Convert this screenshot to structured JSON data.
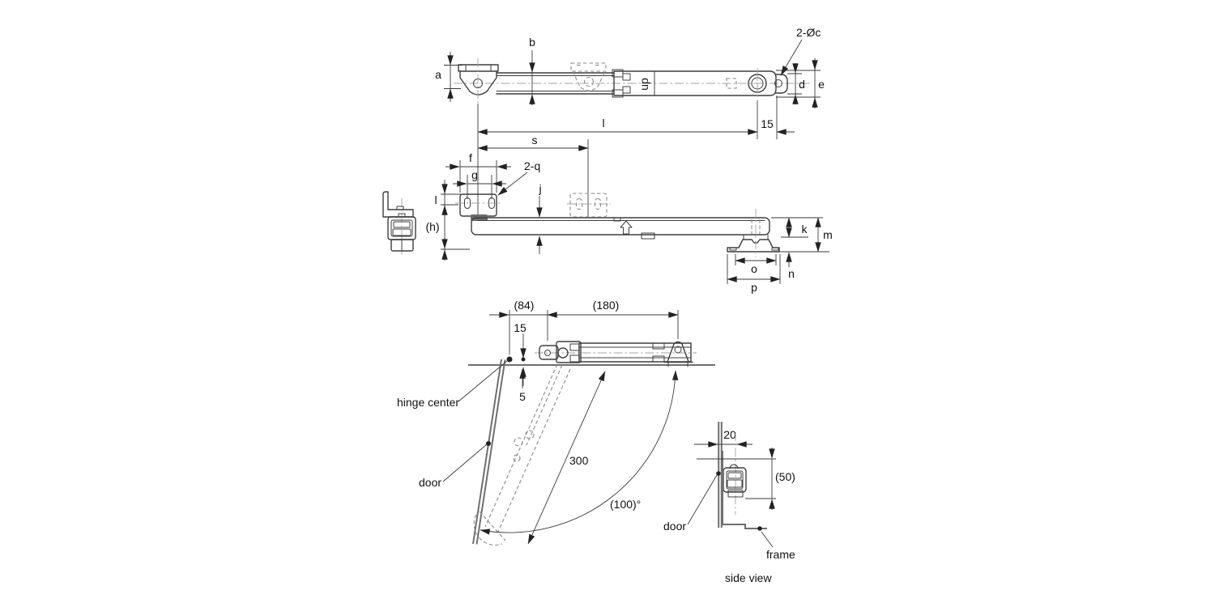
{
  "drawing": {
    "top_view": {
      "dim_a": "a",
      "dim_b": "b",
      "hole_callout": "2-Øc",
      "dim_d": "d",
      "dim_e": "e",
      "up_marking": "up"
    },
    "length_dims": {
      "dim_l": "l",
      "dim_15": "15",
      "dim_s": "s",
      "dim_f": "f",
      "dim_g": "g",
      "slot_callout": "2-q"
    },
    "front_view": {
      "dim_j": "j",
      "dim_l_vertical": "l",
      "dim_h": "(h)",
      "dim_k": "k",
      "dim_m": "m",
      "dim_n": "n",
      "dim_o": "o",
      "dim_p": "p"
    },
    "installation": {
      "dim_84": "(84)",
      "dim_180": "(180)",
      "dim_15": "15",
      "dim_5": "5",
      "dim_300": "300",
      "dim_angle": "(100)°",
      "label_hinge_center": "hinge center",
      "label_door": "door"
    },
    "side_view": {
      "dim_20": "20",
      "dim_50": "(50)",
      "label_door": "door",
      "label_frame": "frame",
      "caption": "side view"
    },
    "colors": {
      "line": "#3f3f3f",
      "dimension": "#3a3a3a",
      "centerline": "#a3a3a3",
      "hidden_line": "#8a8a8a",
      "door_frame": "#6f6f6f",
      "text": "#111111",
      "background": "#ffffff"
    }
  }
}
